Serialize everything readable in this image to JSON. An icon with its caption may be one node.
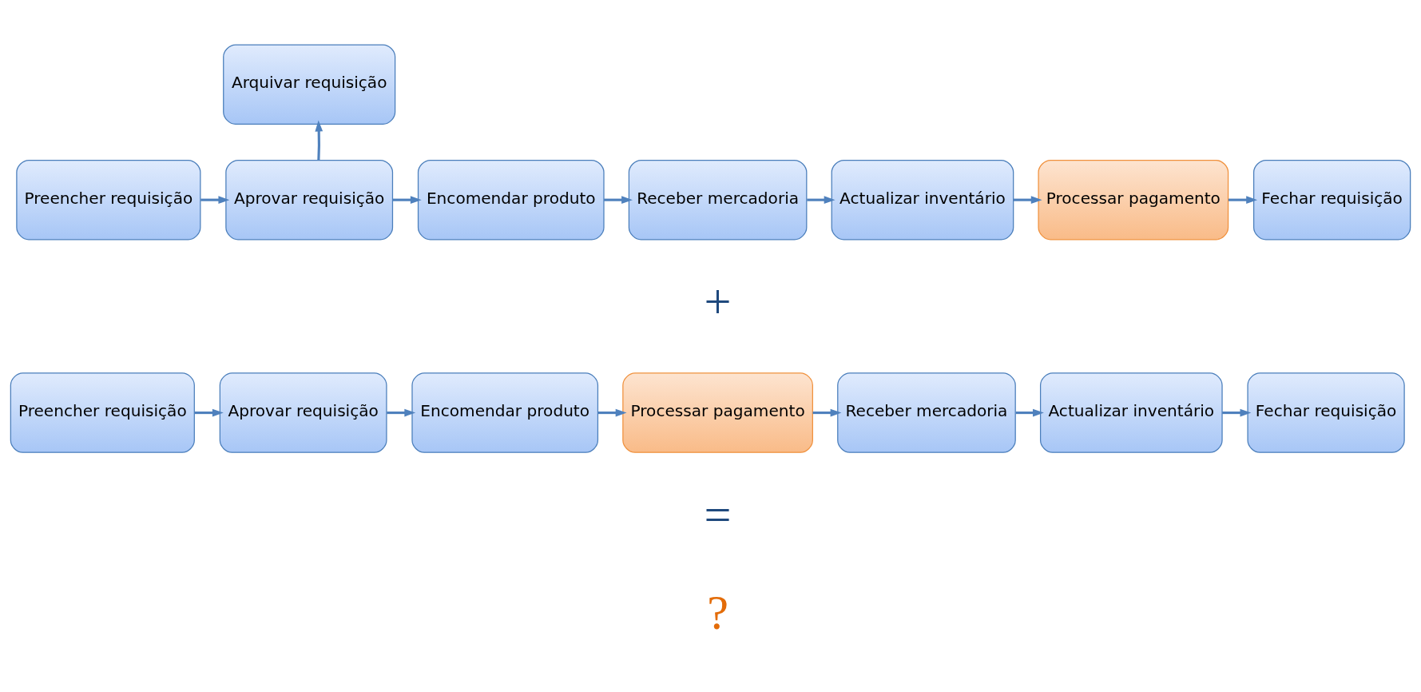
{
  "diagram": {
    "nodes": [
      {
        "text": [
          "Arquivar requisição"
        ]
      },
      {
        "text": [
          "Preencher requisição"
        ]
      },
      {
        "text": [
          "Aprovar requisição"
        ]
      },
      {
        "text": [
          "Encomendar produto"
        ]
      },
      {
        "text": [
          "Receber mercadoria"
        ]
      },
      {
        "text": [
          "Actualizar inventário"
        ]
      },
      {
        "text": [
          "Processar pagamento"
        ]
      },
      {
        "text": [
          "Fechar requisição"
        ]
      },
      {
        "text": [
          "Preencher requisição"
        ]
      },
      {
        "text": [
          "Aprovar requisição"
        ]
      },
      {
        "text": [
          "Encomendar produto"
        ]
      },
      {
        "text": [
          "Processar pagamento"
        ]
      },
      {
        "text": [
          "Receber mercadoria"
        ]
      },
      {
        "text": [
          "Actualizar inventário"
        ]
      },
      {
        "text": [
          "Fechar requisição"
        ]
      }
    ],
    "edges": [
      {
        "from": 1,
        "to": 2,
        "arrow": "to"
      },
      {
        "from": 2,
        "to": 0,
        "arrow": "to"
      },
      {
        "from": 2,
        "to": 3,
        "arrow": "to"
      },
      {
        "from": 3,
        "to": 4,
        "arrow": "to"
      },
      {
        "from": 4,
        "to": 5,
        "arrow": "to"
      },
      {
        "from": 5,
        "to": 6,
        "arrow": "to"
      },
      {
        "from": 6,
        "to": 7,
        "arrow": "to"
      },
      {
        "from": 8,
        "to": 9,
        "arrow": "to"
      },
      {
        "from": 9,
        "to": 10,
        "arrow": "to"
      },
      {
        "from": 10,
        "to": 11,
        "arrow": "to"
      },
      {
        "from": 11,
        "to": 12,
        "arrow": "to"
      },
      {
        "from": 12,
        "to": 13,
        "arrow": "to"
      },
      {
        "from": 13,
        "to": 14,
        "arrow": "to"
      }
    ],
    "labels": [
      "+",
      "=",
      "?"
    ]
  }
}
